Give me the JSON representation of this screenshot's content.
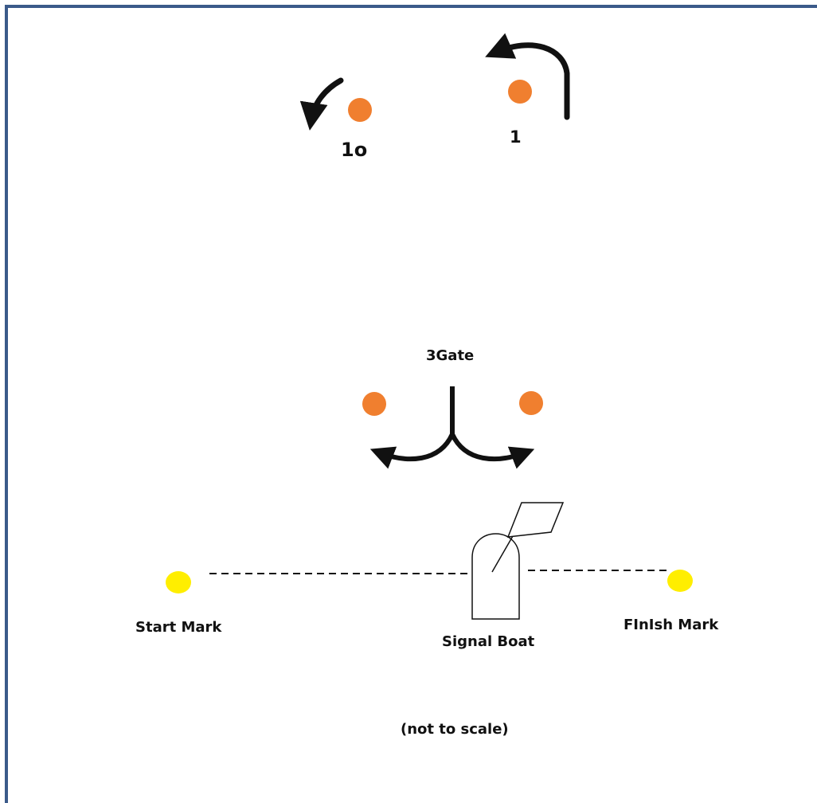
{
  "colors": {
    "border": "#3b5a8a",
    "course_mark": "#f07f2f",
    "start_finish_mark": "#ffee00",
    "arrow": "#111111"
  },
  "labels": {
    "mark_1o": "1o",
    "mark_1": "1",
    "gate": "3Gate",
    "start_mark": "Start Mark",
    "signal_boat": "Signal Boat",
    "finish_mark": "FInIsh Mark",
    "scale_note": "(not to scale)"
  },
  "icons": {
    "rounding_arrow": "curved-arrow-icon",
    "boat": "signal-boat-icon",
    "flag": "flag-icon"
  }
}
